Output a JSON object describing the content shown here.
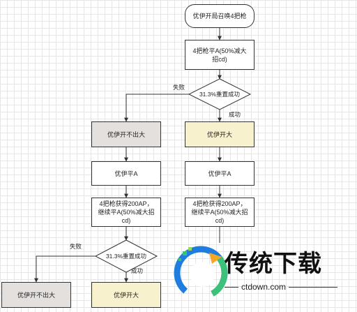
{
  "nodes": {
    "start": "优伊开局召唤4把枪",
    "shoot_a1": "4把枪平A(50%减大招cd)",
    "decision1": "31.3%重置成功",
    "fail_box1": "优伊开不出大",
    "success_box1": "优伊开大",
    "left_attack": "优伊平A",
    "right_attack": "优伊平A",
    "left_gain": "4把枪获得200AP，继续平A(50%减大招cd)",
    "right_gain": "4把枪获得200AP，继续平A(50%减大招cd)",
    "decision2": "31.3%重置成功",
    "fail_box2": "优伊开不出大",
    "success_box2": "优伊开大"
  },
  "edges": {
    "fail1": "失败",
    "success1": "成功",
    "fail2": "失败",
    "success2": "成功"
  },
  "watermark": {
    "title": "传统下载",
    "url": "ctdown.com"
  },
  "colors": {
    "grey_box": "#e3e0de",
    "yellow_box": "#f8f1cd",
    "logo_green": "#3cc07a",
    "logo_blue": "#1f7de0",
    "logo_orange": "#f5a623"
  }
}
